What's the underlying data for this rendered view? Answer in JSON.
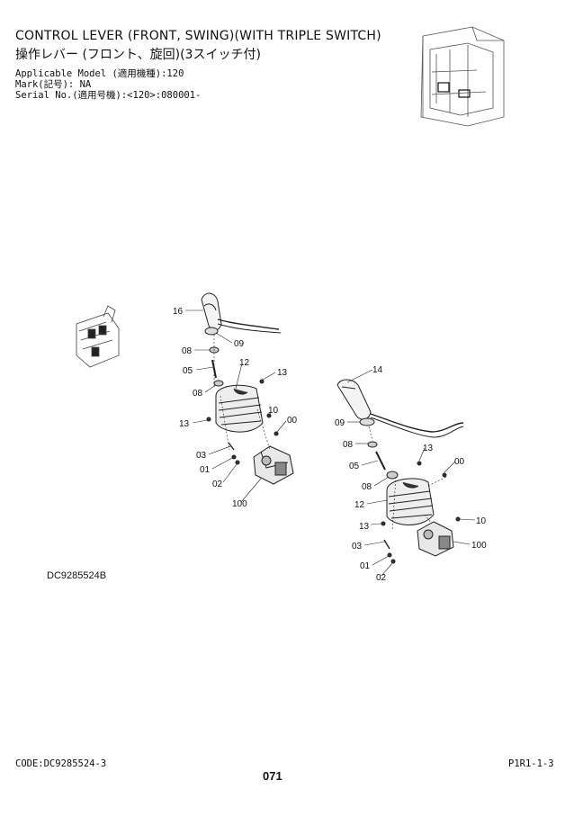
{
  "header": {
    "title_en": "CONTROL LEVER (FRONT, SWING)(WITH TRIPLE SWITCH)",
    "title_jp": "操作レバー (フロント、旋回)(3スイッチ付)",
    "applicable_model": "Applicable Model (適用機種):120",
    "mark": "Mark(記号): NA",
    "serial": "Serial No.(適用号機):<120>:080001-"
  },
  "diagram": {
    "drawing_id": "DC9285524B",
    "left_assembly_labels": [
      "16",
      "09",
      "08",
      "05",
      "08",
      "12",
      "13",
      "13",
      "10",
      "00",
      "03",
      "01",
      "02",
      "100"
    ],
    "right_assembly_labels": [
      "14",
      "09",
      "08",
      "05",
      "13",
      "08",
      "00",
      "12",
      "13",
      "10",
      "03",
      "100",
      "01",
      "02"
    ]
  },
  "footer": {
    "code": "CODE:DC9285524-3",
    "page": "071",
    "ref": "P1R1-1-3"
  }
}
